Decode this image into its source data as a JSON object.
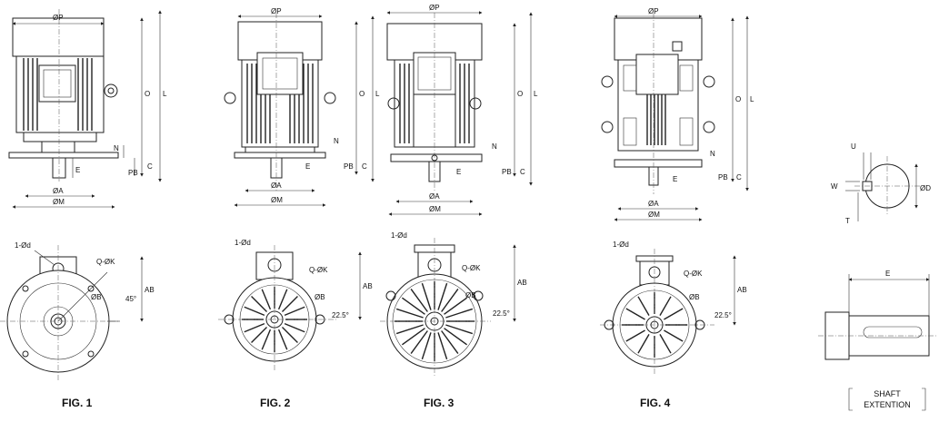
{
  "figures": [
    {
      "caption": "FIG. 1",
      "labels": {
        "P": "ØP",
        "O": "O",
        "L": "L",
        "N": "N",
        "PB": "PB",
        "E": "E",
        "C": "C",
        "A": "ØA",
        "M": "ØM",
        "d": "1-Ød",
        "K": "Q-ØK",
        "B": "ØB",
        "AB": "AB",
        "ang": "45°"
      }
    },
    {
      "caption": "FIG. 2",
      "labels": {
        "P": "ØP",
        "O": "O",
        "L": "L",
        "N": "N",
        "PB": "PB",
        "E": "E",
        "C": "C",
        "A": "ØA",
        "M": "ØM",
        "d": "1-Ød",
        "K": "Q-ØK",
        "B": "ØB",
        "AB": "AB",
        "ang": "22.5°"
      }
    },
    {
      "caption": "FIG. 3",
      "labels": {
        "P": "ØP",
        "O": "O",
        "L": "L",
        "N": "N",
        "PB": "PB",
        "E": "E",
        "C": "C",
        "A": "ØA",
        "M": "ØM",
        "d": "1-Ød",
        "K": "Q-ØK",
        "B": "ØB",
        "AB": "AB",
        "ang": "22.5°"
      }
    },
    {
      "caption": "FIG. 4",
      "labels": {
        "P": "ØP",
        "O": "O",
        "L": "L",
        "N": "N",
        "PB": "PB",
        "E": "E",
        "C": "C",
        "A": "ØA",
        "M": "ØM",
        "d": "1-Ød",
        "K": "Q-ØK",
        "B": "ØB",
        "AB": "AB",
        "ang": "22.5°"
      }
    }
  ],
  "shaft": {
    "labels": {
      "U": "U",
      "W": "W",
      "T": "T",
      "D": "ØD",
      "E": "E"
    },
    "caption_line1": "SHAFT",
    "caption_line2": "EXTENTION"
  }
}
